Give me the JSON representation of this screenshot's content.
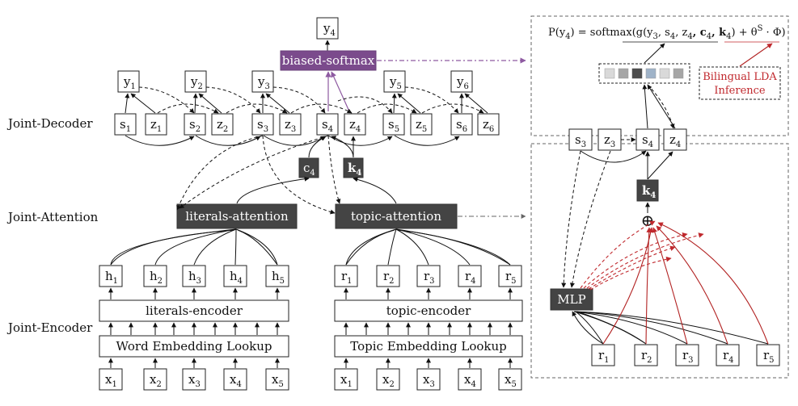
{
  "rows": {
    "decoder": "Joint-Decoder",
    "attention": "Joint-Attention",
    "encoder": "Joint-Encoder"
  },
  "blocks": {
    "biased_softmax": "biased-softmax",
    "literals_attention": "literals-attention",
    "topic_attention": "topic-attention",
    "literals_encoder": "literals-encoder",
    "topic_encoder": "topic-encoder",
    "word_embedding": "Word Embedding Lookup",
    "topic_embedding": "Topic Embedding Lookup",
    "mlp": "MLP",
    "plus": "⊕"
  },
  "symbols": {
    "y": "y",
    "s": "s",
    "z": "z",
    "h": "h",
    "r": "r",
    "x": "x",
    "c": "c",
    "k": "k"
  },
  "equation": {
    "lhs": "P(y",
    "lhs_sub": "4",
    "eq": ") = softmax(g(y",
    "args": ", s",
    "args2": ", z",
    "c": ", c",
    "k": ", k",
    "close": ") + θ",
    "sup": "S",
    "tail": " · Φ)"
  },
  "lda": {
    "line1": "Bilingual LDA",
    "line2": "Inference"
  },
  "colors": {
    "purple": "#7b4b8c",
    "dark_box": "#444444",
    "red": "#c0282d",
    "vector_cells": [
      "#d9d9d9",
      "#a6a6a6",
      "#4d4d4d",
      "#9fb3c8",
      "#d9d9d9",
      "#a6a6a6"
    ]
  }
}
